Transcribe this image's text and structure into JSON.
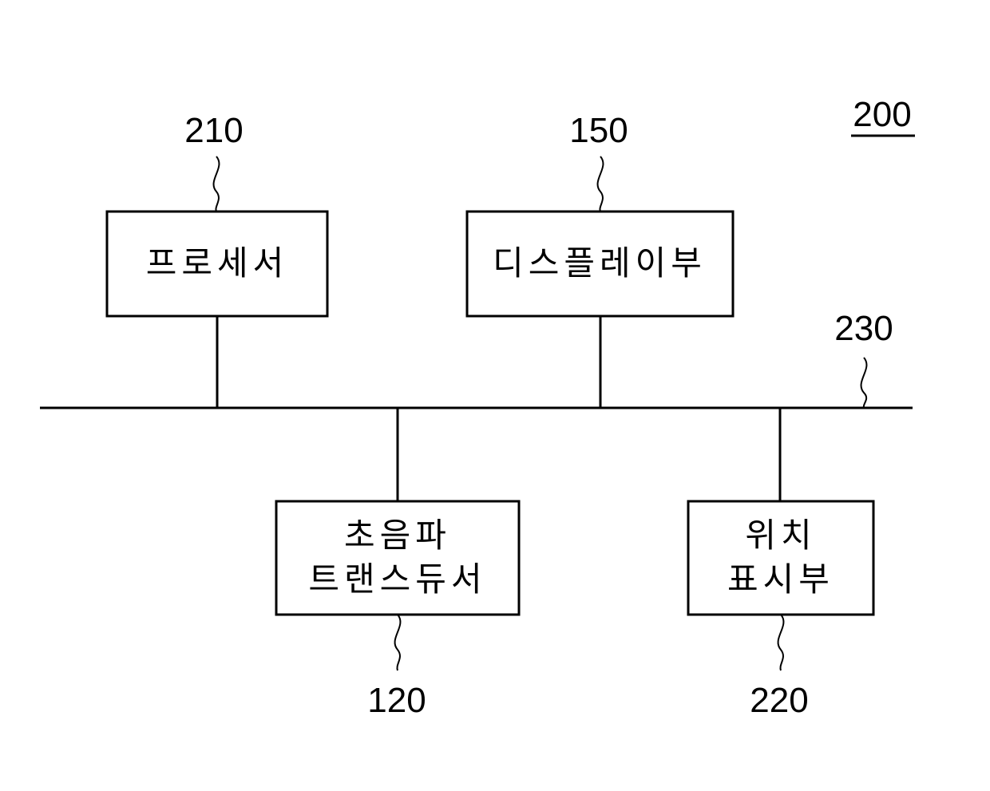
{
  "figure": {
    "ref": "200",
    "bus": {
      "ref": "230"
    },
    "blocks": [
      {
        "id": "processor",
        "ref": "210",
        "lines": [
          "프로세서"
        ]
      },
      {
        "id": "display",
        "ref": "150",
        "lines": [
          "디스플레이부"
        ]
      },
      {
        "id": "transducer",
        "ref": "120",
        "lines": [
          "초음파",
          "트랜스듀서"
        ]
      },
      {
        "id": "position-indicator",
        "ref": "220",
        "lines": [
          "위치",
          "표시부"
        ]
      }
    ]
  }
}
